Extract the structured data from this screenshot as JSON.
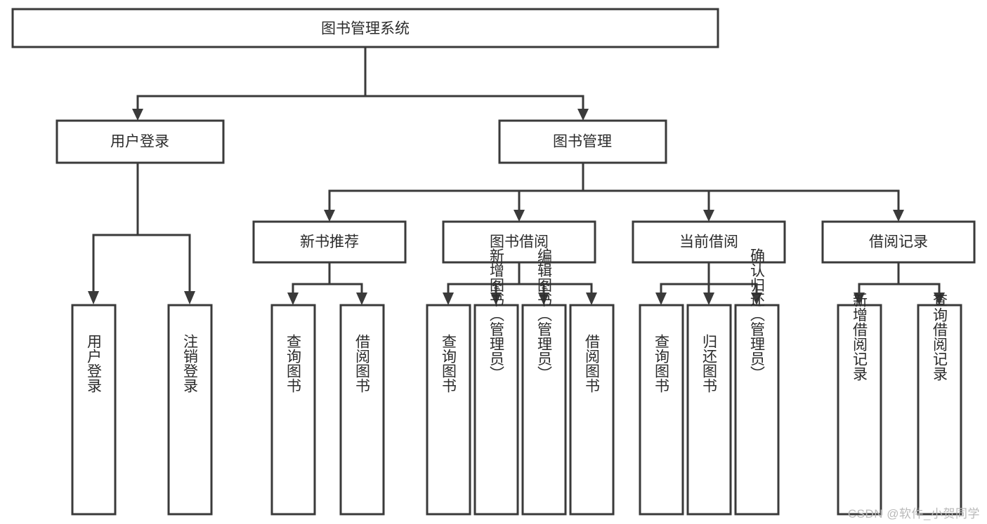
{
  "diagram": {
    "type": "tree",
    "title": "图书管理系统",
    "watermark": "CSDN @软件_小贺同学",
    "colors": {
      "stroke": "#3a3a3a",
      "fill": "#ffffff",
      "text": "#2b2b2b",
      "watermark": "#b9b9b9",
      "background": "#ffffff"
    },
    "root": {
      "label": "图书管理系统"
    },
    "level2": [
      {
        "label": "用户登录"
      },
      {
        "label": "图书管理"
      }
    ],
    "level3": [
      {
        "label": "新书推荐"
      },
      {
        "label": "图书借阅"
      },
      {
        "label": "当前借阅"
      },
      {
        "label": "借阅记录"
      }
    ],
    "leaves": {
      "user_login": [
        {
          "label": "用户登录"
        },
        {
          "label": "注销登录"
        }
      ],
      "new_book_recommend": [
        {
          "label": "查询图书"
        },
        {
          "label": "借阅图书"
        }
      ],
      "book_borrow": [
        {
          "label": "查询图书"
        },
        {
          "label": "新增图书（管理员）"
        },
        {
          "label": "编辑图书（管理员）"
        },
        {
          "label": "借阅图书"
        }
      ],
      "current_borrow": [
        {
          "label": "查询图书"
        },
        {
          "label": "归还图书"
        },
        {
          "label": "确认归还（管理员）"
        }
      ],
      "borrow_record": [
        {
          "label": "新增借阅记录"
        },
        {
          "label": "查询借阅记录"
        }
      ]
    }
  }
}
